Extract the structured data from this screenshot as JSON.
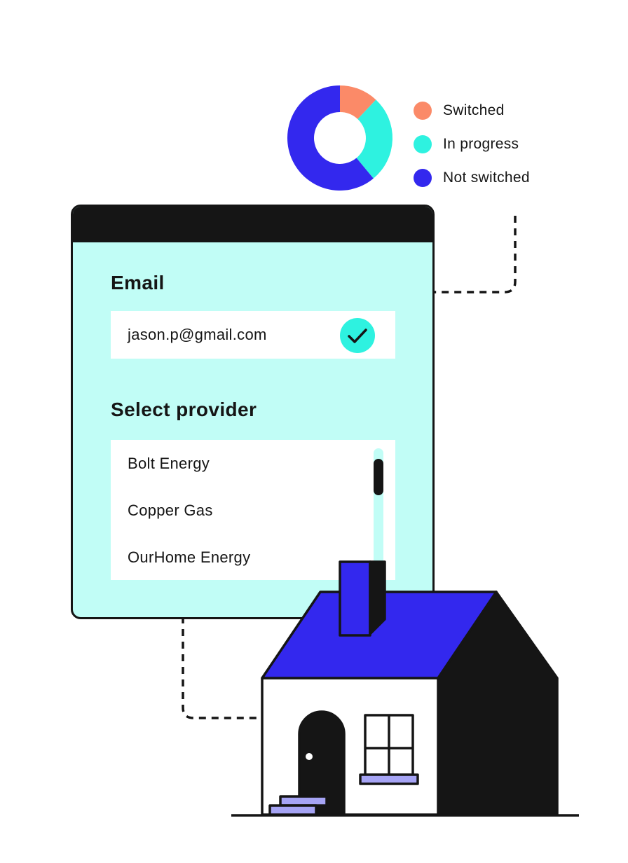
{
  "chart": {
    "legend": [
      {
        "label": "Switched",
        "color": "#fb8a68"
      },
      {
        "label": "In progress",
        "color": "#2ef2e0"
      },
      {
        "label": "Not switched",
        "color": "#3328ee"
      }
    ]
  },
  "chart_data": {
    "type": "pie",
    "categories": [
      "Switched",
      "In progress",
      "Not switched"
    ],
    "values": [
      12,
      27,
      61
    ],
    "colors": [
      "#fb8a68",
      "#2ef2e0",
      "#3328ee"
    ],
    "style": "donut",
    "legend": "right"
  },
  "form": {
    "email_label": "Email",
    "email_value": "jason.p@gmail.com",
    "email_valid_icon": "check-icon",
    "provider_label": "Select provider",
    "providers": [
      "Bolt Energy",
      "Copper Gas",
      "OurHome Energy"
    ]
  },
  "theme": {
    "window_bg": "#c1fdf6",
    "dark": "#151515",
    "roof": "#3328ee",
    "accent_cyan": "#2ef2e0",
    "step_lavender": "#a6a4f5"
  }
}
